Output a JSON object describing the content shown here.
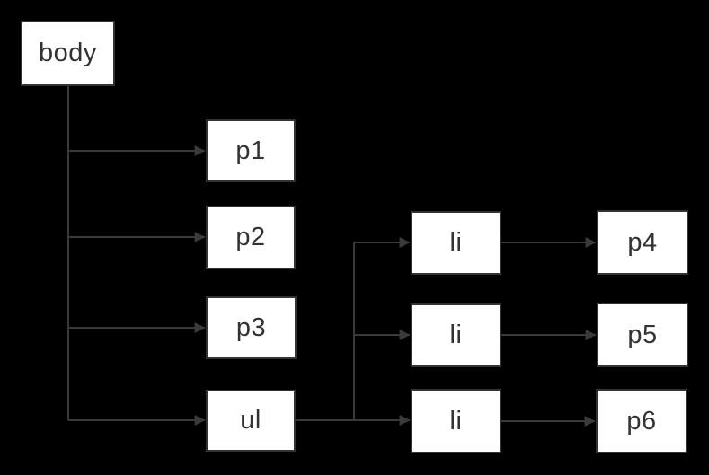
{
  "diagram": {
    "type": "tree",
    "description": "DOM tree diagram",
    "nodes": [
      {
        "id": "body",
        "label": "body"
      },
      {
        "id": "p1",
        "label": "p1"
      },
      {
        "id": "p2",
        "label": "p2"
      },
      {
        "id": "p3",
        "label": "p3"
      },
      {
        "id": "ul",
        "label": "ul"
      },
      {
        "id": "li-1",
        "label": "li"
      },
      {
        "id": "li-2",
        "label": "li"
      },
      {
        "id": "li-3",
        "label": "li"
      },
      {
        "id": "p4",
        "label": "p4"
      },
      {
        "id": "p5",
        "label": "p5"
      },
      {
        "id": "p6",
        "label": "p6"
      }
    ],
    "edges": [
      {
        "from": "body",
        "to": "p1"
      },
      {
        "from": "body",
        "to": "p2"
      },
      {
        "from": "body",
        "to": "p3"
      },
      {
        "from": "body",
        "to": "ul"
      },
      {
        "from": "ul",
        "to": "li-1"
      },
      {
        "from": "ul",
        "to": "li-2"
      },
      {
        "from": "ul",
        "to": "li-3"
      },
      {
        "from": "li-1",
        "to": "p4"
      },
      {
        "from": "li-2",
        "to": "p5"
      },
      {
        "from": "li-3",
        "to": "p6"
      }
    ],
    "colors": {
      "background": "#000000",
      "node_fill": "#ffffff",
      "node_border": "#333333",
      "edge": "#3a3a3a",
      "text": "#333333"
    }
  }
}
